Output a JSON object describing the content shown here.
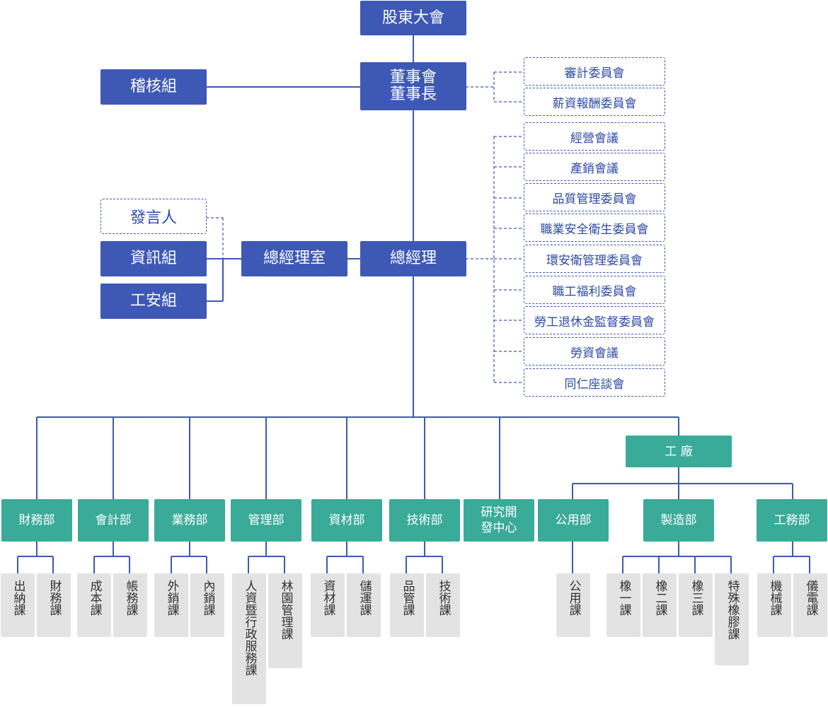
{
  "top": {
    "shareholders": "股東大會",
    "board": "董事會\n董事長",
    "audit_group": "稽核組",
    "president": "總經理",
    "president_office": "總經理室"
  },
  "board_committees": [
    "審計委員會",
    "薪資報酬委員會"
  ],
  "president_committees": [
    "經營會議",
    "產銷會議",
    "品質管理委員會",
    "職業安全衛生委員會",
    "環安衛管理委員會",
    "職工福利委員會",
    "勞工退休金監督委員會",
    "勞資會議",
    "同仁座談會"
  ],
  "office_units": {
    "spokesperson": "發言人",
    "it_group": "資訊組",
    "safety_group": "工安組"
  },
  "factory": "工 廠",
  "departments": [
    {
      "name": "財務部",
      "sections": [
        "出納課",
        "財務課"
      ]
    },
    {
      "name": "會計部",
      "sections": [
        "成本課",
        "帳務課"
      ]
    },
    {
      "name": "業務部",
      "sections": [
        "外銷課",
        "內銷課"
      ]
    },
    {
      "name": "管理部",
      "sections": [
        "人資暨行政服務課",
        "林園管理課"
      ]
    },
    {
      "name": "資材部",
      "sections": [
        "資材課",
        "儲運課"
      ]
    },
    {
      "name": "技術部",
      "sections": [
        "品管課",
        "技術課"
      ]
    },
    {
      "name": "研究開\n發中心",
      "sections": []
    },
    {
      "name": "公用部",
      "sections": [
        "公用課"
      ]
    },
    {
      "name": "製造部",
      "sections": [
        "橡一課",
        "橡二課",
        "橡三課",
        "特殊橡膠課"
      ]
    },
    {
      "name": "工務部",
      "sections": [
        "機械課",
        "儀電課"
      ]
    }
  ],
  "colors": {
    "executive": "#3d58b5",
    "department": "#3aab98",
    "section": "#e3e3e3",
    "connector": "#3d58b5"
  }
}
